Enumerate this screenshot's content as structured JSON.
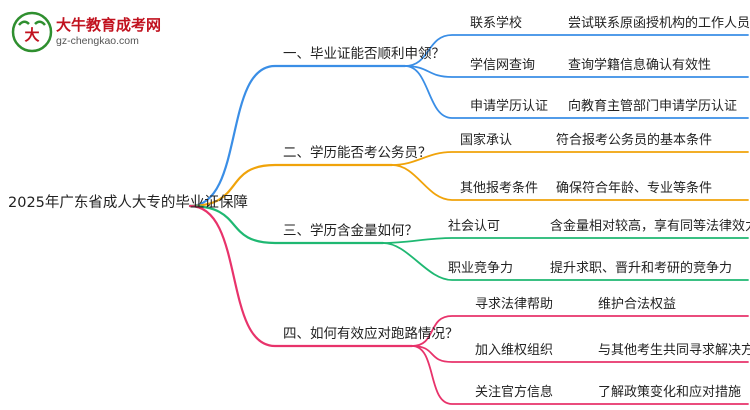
{
  "logo": {
    "title": "大牛教育成考网",
    "site": "gz-chengkao.com",
    "colors": {
      "brand": "#c1121f",
      "accent": "#2f8f2f"
    }
  },
  "root": {
    "label": "2025年广东省成人大专的毕业证保障"
  },
  "branches": [
    {
      "label": "一、毕业证能否顺利申领？",
      "color": "#3a8ee6",
      "items": [
        {
          "label": "联系学校",
          "detail": "尝试联系原函授机构的工作人员"
        },
        {
          "label": "学信网查询",
          "detail": "查询学籍信息确认有效性"
        },
        {
          "label": "申请学历认证",
          "detail": "向教育主管部门申请学历认证"
        }
      ]
    },
    {
      "label": "二、学历能否考公务员？",
      "color": "#f0a30a",
      "items": [
        {
          "label": "国家承认",
          "detail": "符合报考公务员的基本条件"
        },
        {
          "label": "其他报考条件",
          "detail": "确保符合年龄、专业等条件"
        }
      ]
    },
    {
      "label": "三、学历含金量如何？",
      "color": "#1fb872",
      "items": [
        {
          "label": "社会认可",
          "detail": "含金量相对较高，享有同等法律效力"
        },
        {
          "label": "职业竞争力",
          "detail": "提升求职、晋升和考研的竞争力"
        }
      ]
    },
    {
      "label": "四、如何有效应对跑路情况？",
      "color": "#e8336b",
      "items": [
        {
          "label": "寻求法律帮助",
          "detail": "维护合法权益"
        },
        {
          "label": "加入维权组织",
          "detail": "与其他考生共同寻求解决方案"
        },
        {
          "label": "关注官方信息",
          "detail": "了解政策变化和应对措施"
        }
      ]
    }
  ]
}
